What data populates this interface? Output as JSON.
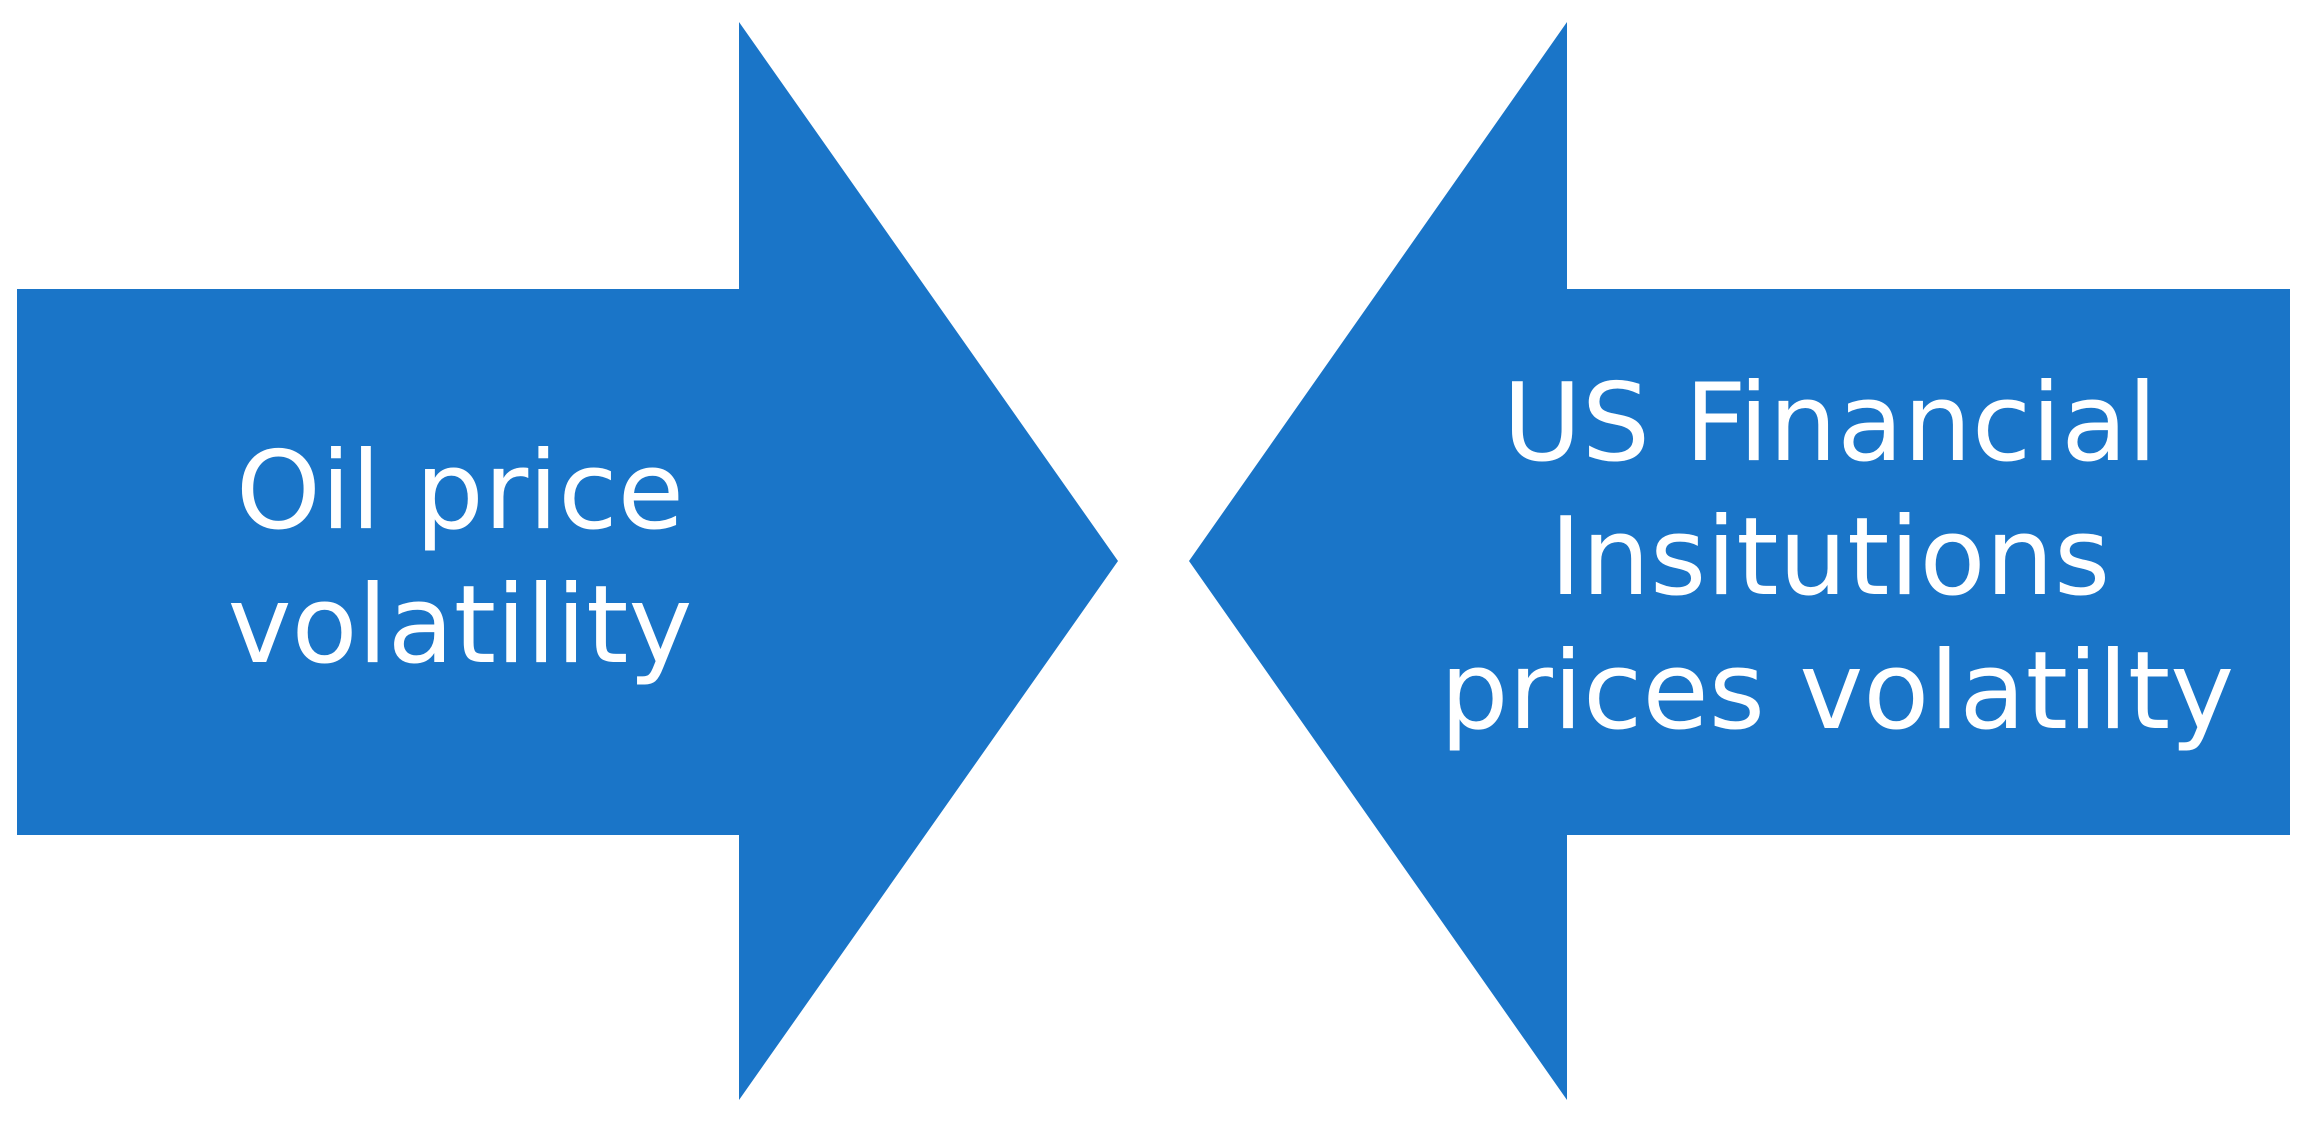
{
  "colors": {
    "arrow_fill": "#1a75c8",
    "label_text": "#ffffff",
    "background": "#ffffff"
  },
  "left_arrow": {
    "direction": "right",
    "label_lines": [
      "Oil price",
      "volatility"
    ]
  },
  "right_arrow": {
    "direction": "left",
    "label_lines": [
      "US Financial",
      "Insitutions",
      "prices volatilty"
    ]
  }
}
